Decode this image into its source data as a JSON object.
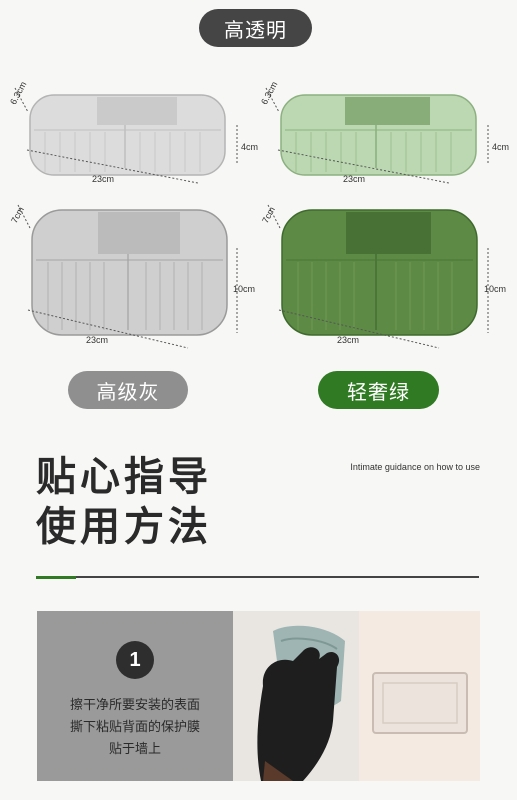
{
  "labels": {
    "transparent": "高透明",
    "premium_gray": "高级灰",
    "luxury_green": "轻奢绿"
  },
  "dimensions": {
    "depth_small": "6.3cm",
    "depth_large": "7cm",
    "width": "23cm",
    "height_small": "4cm",
    "height_large": "10cm"
  },
  "guide": {
    "title": "贴心指导\n使用方法",
    "subtitle_en": "Intimate guidance on how to use"
  },
  "step": {
    "number": "1",
    "lines": [
      "擦干净所要安装的表面",
      "撕下粘贴背面的保护膜",
      "贴于墙上"
    ]
  },
  "colors": {
    "accent_green": "#2f7a22",
    "dark_pill": "#454545",
    "gray_pill": "#8f8f8f"
  }
}
